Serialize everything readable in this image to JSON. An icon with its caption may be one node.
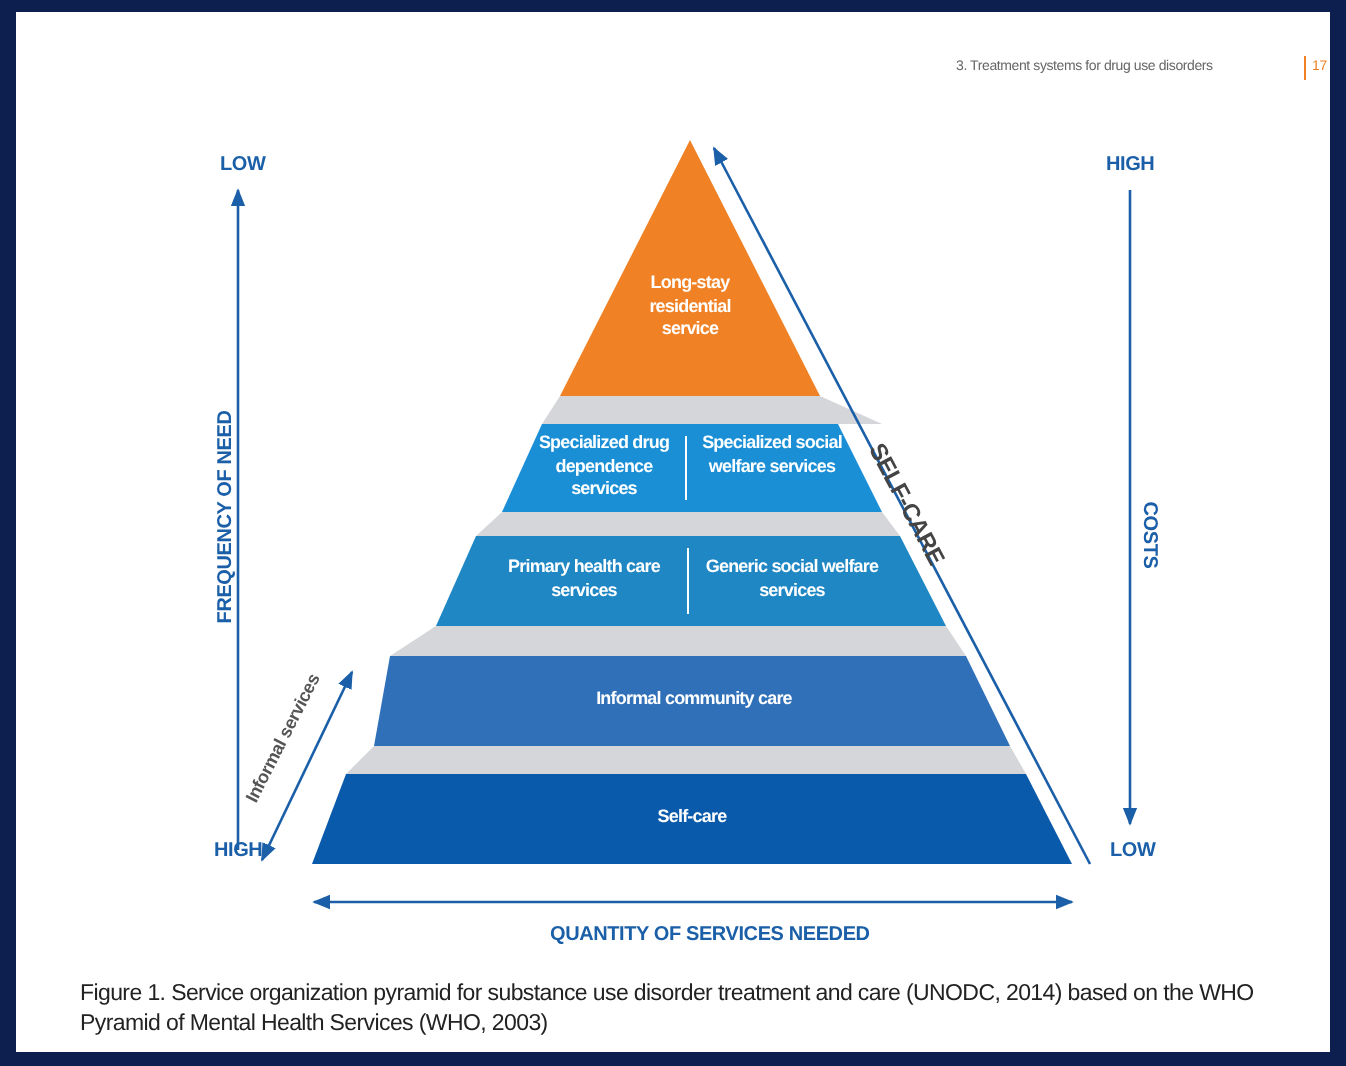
{
  "diagram": {
    "caption": "Figure 1. Service organization pyramid for substance use disorder treatment and care (UNODC, 2014) based on the WHO Pyramid of Mental Health Services (WHO, 2003)",
    "nodes": [
      {
        "text": [
          "Long-stay residential service"
        ]
      },
      {
        "text": [
          "Specialized drug dependence services",
          "Specialized social welfare services"
        ]
      },
      {
        "text": [
          "Primary health care services",
          "Generic social welfare services"
        ]
      },
      {
        "text": [
          "Informal community care"
        ]
      },
      {
        "text": [
          "Self-care"
        ]
      }
    ],
    "labels": [
      "3. Treatment systems for drug use disorders",
      "17",
      "LOW",
      "HIGH",
      "FREQUENCY OF NEED",
      "SELF-CARE",
      "COSTS",
      "Informal services",
      "HIGH",
      "LOW",
      "QUANTITY OF SERVICES NEEDED"
    ]
  }
}
